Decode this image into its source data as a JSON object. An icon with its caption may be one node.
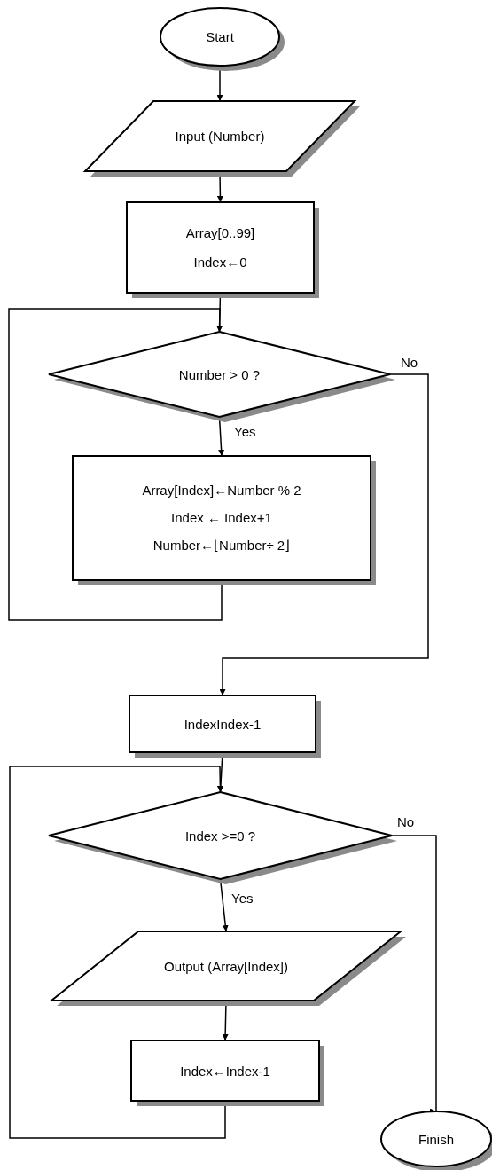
{
  "diagram": {
    "nodes": [
      {
        "text": [
          "Start"
        ]
      },
      {
        "text": [
          "Input (Number)"
        ]
      },
      {
        "text": [
          "Array[0..99]",
          "Index←0"
        ]
      },
      {
        "text": [
          "Number > 0 ?"
        ]
      },
      {
        "text": [
          "Array[Index]←Number % 2",
          "Index ← Index+1",
          "Number←⌊Number÷ 2⌋"
        ]
      },
      {
        "text": [
          "IndexIndex-1"
        ]
      },
      {
        "text": [
          "Index >=0  ?"
        ]
      },
      {
        "text": [
          "Output (Array[Index])"
        ]
      },
      {
        "text": [
          "Index←Index-1"
        ]
      },
      {
        "text": [
          "Finish"
        ]
      }
    ],
    "edges": [
      {
        "from": 0,
        "to": 1,
        "arrow": "to"
      },
      {
        "from": 1,
        "to": 2,
        "arrow": "to"
      },
      {
        "from": 2,
        "to": 3,
        "arrow": "to"
      },
      {
        "from": 3,
        "to": 4,
        "arrow": "to",
        "label": "Yes"
      },
      {
        "from": 4,
        "to": 3,
        "arrow": "to"
      },
      {
        "from": 3,
        "to": 5,
        "arrow": "to",
        "label": "No"
      },
      {
        "from": 5,
        "to": 6,
        "arrow": "to"
      },
      {
        "from": 6,
        "to": 7,
        "arrow": "to",
        "label": "Yes"
      },
      {
        "from": 7,
        "to": 8,
        "arrow": "to"
      },
      {
        "from": 8,
        "to": 6,
        "arrow": "to"
      },
      {
        "from": 6,
        "to": 9,
        "arrow": "to",
        "label": "No"
      }
    ]
  }
}
